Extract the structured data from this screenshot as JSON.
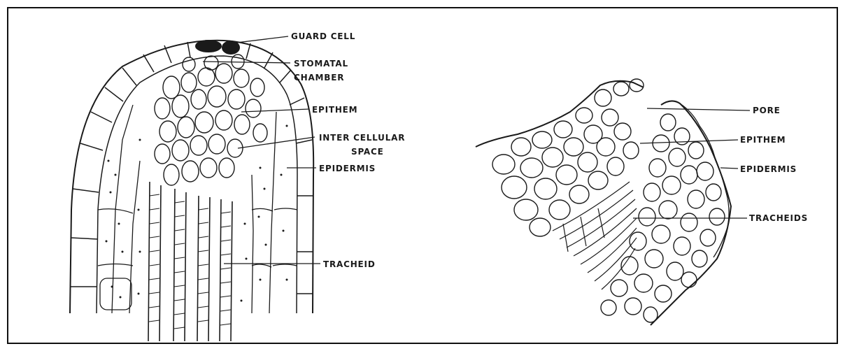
{
  "labels": {
    "left": {
      "guard_cell": "GUARD CELL",
      "stomatal": "STOMATAL",
      "chamber": "CHAMBER",
      "epithem": "EPITHEM",
      "inter_cellular": "INTER CELLULAR",
      "space": "SPACE",
      "epidermis": "EPIDERMIS",
      "tracheid": "TRACHEID"
    },
    "right": {
      "pore": "PORE",
      "epithem": "EPITHEM",
      "epidermis": "EPIDERMIS",
      "tracheids": "TRACHEIDS"
    }
  }
}
